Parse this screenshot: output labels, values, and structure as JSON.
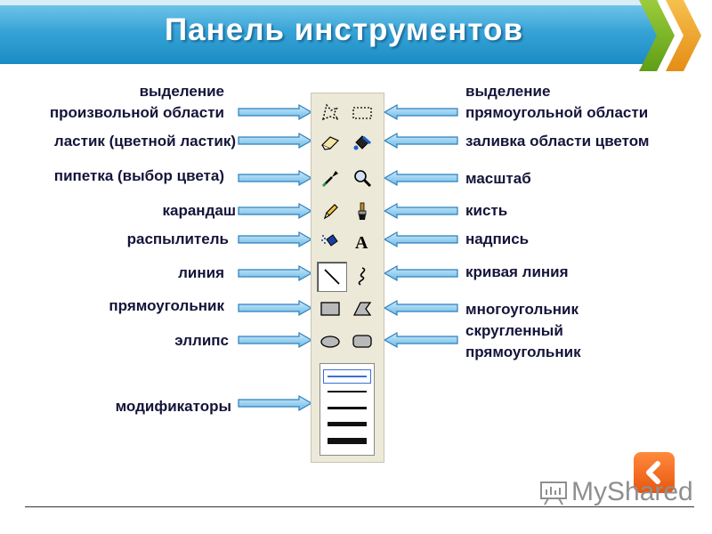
{
  "title": "Панель инструментов",
  "left_labels": [
    {
      "text": "выделение\nпроизвольной области",
      "line1": "выделение",
      "line2": "произвольной области"
    },
    {
      "text": "ластик (цветной ластик)"
    },
    {
      "text": "пипетка (выбор цвета)"
    },
    {
      "text": "карандаш"
    },
    {
      "text": "распылитель"
    },
    {
      "text": "линия"
    },
    {
      "text": "прямоугольник"
    },
    {
      "text": "эллипс"
    },
    {
      "text": "модификаторы"
    }
  ],
  "right_labels": {
    "select_rect_1": "выделение",
    "select_rect_2": "прямоугольной области",
    "fill": "заливка области цветом",
    "zoom": "масштаб",
    "brush": "кисть",
    "text": "надпись",
    "curve": "кривая линия",
    "polygon": "многоугольник",
    "rounded_1": "скругленный",
    "rounded_2": "прямоугольник"
  },
  "logo": {
    "brand_my": "My",
    "brand_shared": "Shared"
  },
  "colors": {
    "arrow_fill": "#7ec6ee",
    "arrow_stroke": "#2e7fbf",
    "banner": "#36a3d6",
    "label": "#14143a"
  }
}
